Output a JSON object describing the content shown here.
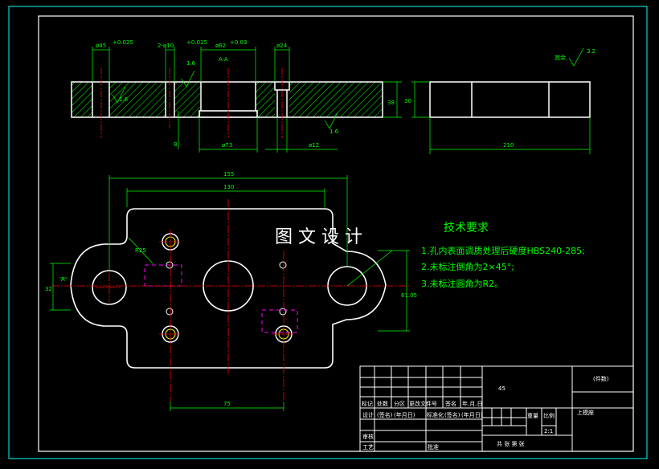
{
  "watermark": "图 文 设 计",
  "notes": {
    "title": "技术要求",
    "items": [
      "1.孔内表面调质处理后硬度HBS240-285;",
      "2.未标注倒角为2×45°;",
      "3.未标注圆角为R2。"
    ]
  },
  "dims": {
    "d45": "ø45",
    "d45_tol": "+0.025",
    "d10": "2-ø10",
    "d10_tol": "+0.015",
    "d62": "ø62",
    "d62_tol": "+0.03",
    "d24": "ø24",
    "d73": "ø73",
    "d12": "ø12",
    "h38": "38",
    "h30": "30",
    "w210": "210",
    "rough16a": "1.6",
    "rough16b": "1.6",
    "rough16c": "1.6",
    "section": "A-A",
    "dim8": "8",
    "w155": "155",
    "w130": "130",
    "w75": "75",
    "h32": "32",
    "h6105": "61.05",
    "r25": "R25",
    "markA": "A",
    "rest_label": "其余",
    "rough32": "3.2"
  },
  "titleblock": {
    "material": "45",
    "quantity_label": "(件数)",
    "part_name": "上模座",
    "weight_label": "重量",
    "scale_label": "比例",
    "scale_value": "2:1",
    "sheets_label": "共 张 第 张",
    "h_mark": "标记",
    "h_count": "处数",
    "h_zone": "分区",
    "h_doc": "更改文件号",
    "h_sign": "签名",
    "h_date": "年.月.日",
    "design": "设计",
    "signed": "(签名)",
    "ymd": "(年月日)",
    "standard": "标准化",
    "review": "审核",
    "craft": "工艺",
    "approve": "批准"
  },
  "colors": {
    "border": "#ffffff",
    "dimension": "#00ff00",
    "dimension_alt": "#00ffff",
    "centerline": "#ff0000",
    "hatch": "#00ff00",
    "hidden": "#ff00ff",
    "yellow": "#ffff00"
  }
}
